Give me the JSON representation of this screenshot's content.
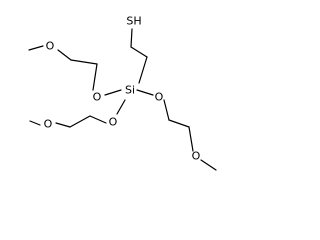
{
  "molecule": {
    "atoms": {
      "thiol": "SH",
      "silicon": "Si",
      "o_si_left": "O",
      "o_si_right": "O",
      "o_si_bottom": "O",
      "o_methoxy_top": "O",
      "o_methoxy_bottom": "O",
      "o_methoxy_right": "O"
    }
  }
}
